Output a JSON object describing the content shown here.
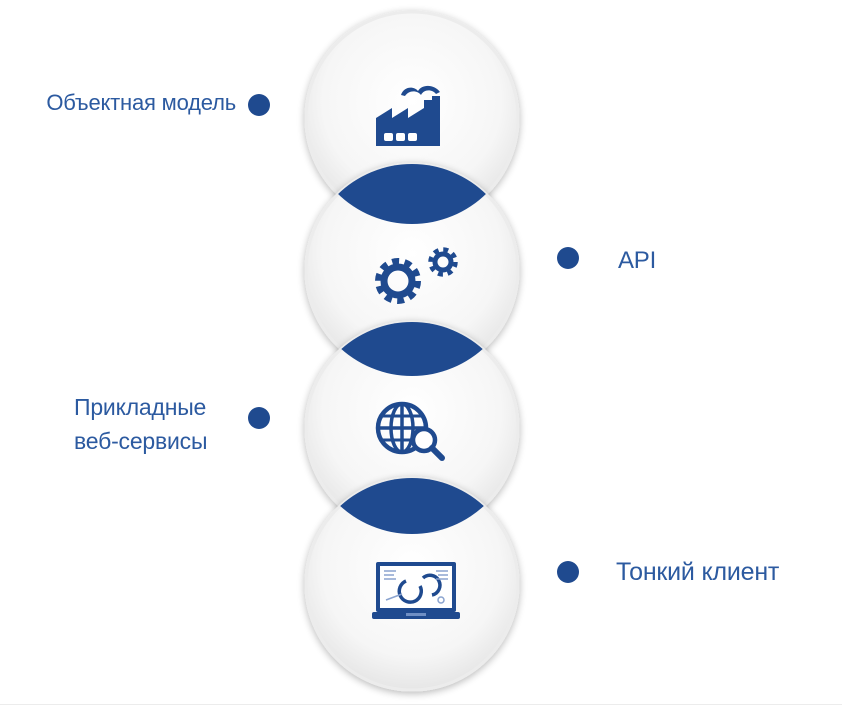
{
  "items": [
    {
      "label": "Объектная модель",
      "icon": "factory-icon"
    },
    {
      "label": "API",
      "icon": "gears-icon"
    },
    {
      "label_lines": [
        "Прикладные",
        "веб-сервисы"
      ],
      "icon": "globe-search-icon"
    },
    {
      "label": "Тонкий клиент",
      "icon": "laptop-icon"
    }
  ],
  "colors": {
    "accent": "#1f4a8f",
    "text": "#2c5aa0",
    "circle_light": "#ffffff",
    "circle_shade": "#e9e9e9"
  }
}
